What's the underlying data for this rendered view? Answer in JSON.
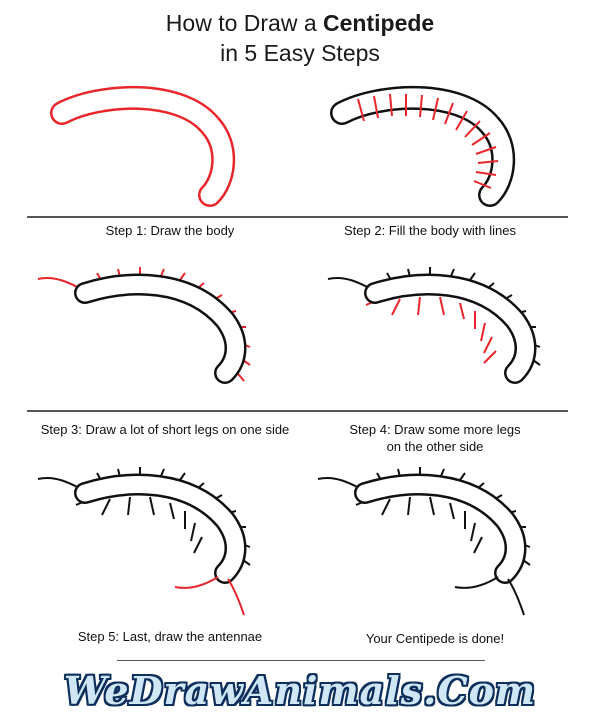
{
  "header": {
    "title_prefix": "How to Draw a ",
    "title_subject": "Centipede",
    "subtitle": "in 5 Easy Steps"
  },
  "steps": [
    {
      "caption": "Step 1: Draw the body"
    },
    {
      "caption": "Step 2: Fill the body with lines"
    },
    {
      "caption": "Step 3: Draw a lot of short legs on one side"
    },
    {
      "caption_line1": "Step 4: Draw some more legs",
      "caption_line2": "on the other side"
    },
    {
      "caption": "Step 5: Last, draw the antennae"
    },
    {
      "caption": "Your Centipede is done!"
    }
  ],
  "footer": {
    "logo": "WeDrawAnimals.Com"
  },
  "colors": {
    "new_stroke": "#e8262b",
    "done_stroke": "#111111",
    "rule": "#555555",
    "logo_fill": "#cfe6f4",
    "logo_outline": "#0e2f5c"
  }
}
